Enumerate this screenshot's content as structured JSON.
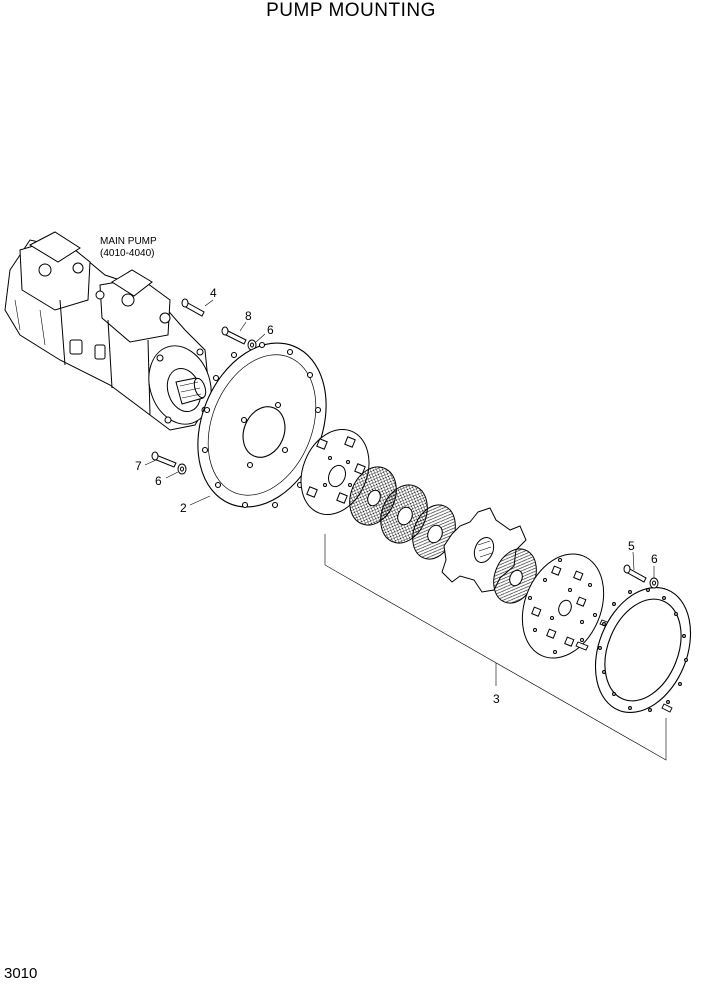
{
  "title": "PUMP MOUNTING",
  "page_number": "3010",
  "main_pump": {
    "line1": "MAIN PUMP",
    "line2": "(4010-4040)"
  },
  "callouts": {
    "c4": "4",
    "c8": "8",
    "c6a": "6",
    "c7": "7",
    "c6b": "6",
    "c2": "2",
    "c3": "3",
    "c5": "5",
    "c6c": "6"
  }
}
